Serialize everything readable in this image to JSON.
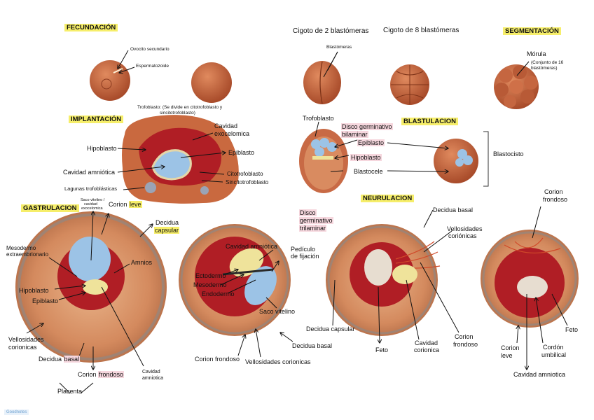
{
  "sections": {
    "fecundacion": "FECUNDACIÓN",
    "segmentacion": "SEGMENTACIÓN",
    "implantacion": "IMPLANTACIÓN",
    "blastulacion": "BLASTULACION",
    "gastrulacion": "GASTRULACION",
    "neurulacion": "NEURULACION"
  },
  "headings": {
    "cigoto2": "Cigoto de 2 blastómeras",
    "cigoto8": "Cigoto de 8 blastómeras"
  },
  "fecundacion": {
    "ovocito": "Ovocito secundario",
    "espermatozoide": "Espermatozoide"
  },
  "segmentacion": {
    "blastomeras": "Blastómeras",
    "morula": "Mórula",
    "morula_note_1": "(Conjunto de 16",
    "morula_note_2": "blastómeras)"
  },
  "implantacion": {
    "trofoblasto_note_1": "Trofoblasto: (Se divide en citotrofoblasto y",
    "trofoblasto_note_2": "sincitotrofoblasto)",
    "cavidad_exo_1": "Cavidad",
    "cavidad_exo_2": "exocelomica",
    "hipoblasto": "Hipoblasto",
    "epiblasto": "Epiblasto",
    "cavidad_amniotica": "Cavidad amniótica",
    "citotrofoblasto": "Citotrofoblasto",
    "sincitotrofoblasto": "Sincitotrofoblasto",
    "lagunas": "Lagunas trofoblásticas"
  },
  "blastulacion": {
    "trofoblasto": "Trofoblasto",
    "disco_bilaminar_1": "Disco germinativo",
    "disco_bilaminar_2": "bilaminar",
    "epiblasto": "Epiblasto",
    "hipoblasto": "Hipoblasto",
    "blastocele": "Blastocele",
    "blastocisto": "Blastocisto"
  },
  "gastrulacion": {
    "saco_1": "Saco vitelino /",
    "saco_2": "cavidad",
    "saco_3": "exocelomica",
    "corion_1": "Corion",
    "corion_2": "leve",
    "decidua_capsular_1": "Decidua",
    "decidua_capsular_2": "capsular",
    "mesodermo_1": "Mesodermo",
    "mesodermo_2": "extraembrionario",
    "amnios": "Amnios",
    "hipoblasto": "Hipoblasto",
    "epiblasto": "Epiblasto",
    "vellosidades_1": "Vellosidades",
    "vellosidades_2": "corionicas",
    "decidua_basal_1": "Decidua",
    "decidua_basal_2": "basal",
    "corion_frondoso_1": "Corion",
    "corion_frondoso_2": "frondoso",
    "placenta": "Placenta",
    "cavidad_amniotica_1": "Cavidad",
    "cavidad_amniotica_2": "amniotica"
  },
  "trilaminar": {
    "disco_1": "Disco",
    "disco_2": "germinativo",
    "disco_3": "trilaminar",
    "cavidad_amniotica": "Cavidad amniótica",
    "pedunculo_1": "Pedículo",
    "pedunculo_2": "de fijación",
    "ectodermo": "Ectodermo",
    "mesodermo": "Mesodermo",
    "endodermo": "Endodermo",
    "saco_vitelino": "Saco vitelino",
    "corion_frondoso": "Corion frondoso",
    "vellosidades": "Vellosidades corionicas",
    "decidua_basal": "Decidua basal"
  },
  "neurulacion": {
    "decidua_basal": "Decidua basal",
    "vellosidades_1": "Vellosidades",
    "vellosidades_2": "coriónicas",
    "decidua_capsular": "Decidua capsular",
    "feto": "Feto",
    "cavidad_corionica_1": "Cavidad",
    "cavidad_corionica_2": "corionica",
    "corion_frondoso_1": "Corion",
    "corion_frondoso_2": "frondoso"
  },
  "final": {
    "corion_frondoso_1": "Corion",
    "corion_frondoso_2": "frondoso",
    "feto": "Feto",
    "corion_leve_1": "Corion",
    "corion_leve_2": "leve",
    "cordon_1": "Cordón",
    "cordon_2": "umbilical",
    "cavidad_amniotica": "Cavidad amniotica"
  },
  "watermark": "Goodnotes",
  "colors": {
    "highlight_yellow": "#f6ee6a",
    "highlight_pink": "#f6d7de",
    "tissue_orange": "#c8673f",
    "decidua_red": "#b01e25",
    "amnion_blue": "#9cc3e6",
    "yolk_yellow": "#efe39b"
  }
}
